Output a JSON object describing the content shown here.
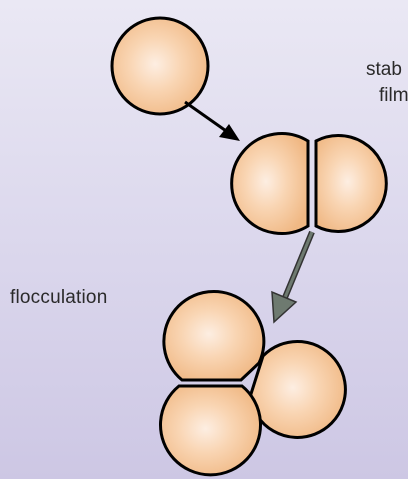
{
  "labels": {
    "stable_film_line1": "stab",
    "stable_film_line2": "film",
    "flocculation": "flocculation"
  }
}
